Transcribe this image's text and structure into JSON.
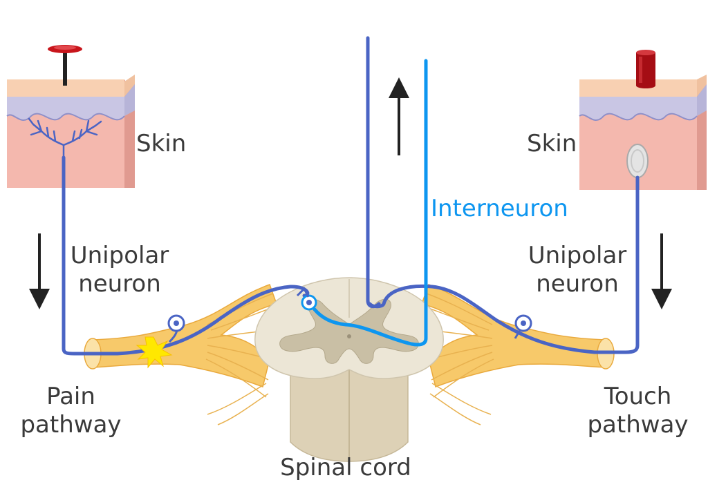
{
  "labels": {
    "skin_left": "Skin",
    "skin_right": "Skin",
    "unipolar_left_1": "Unipolar",
    "unipolar_left_2": "neuron",
    "unipolar_right_1": "Unipolar",
    "unipolar_right_2": "neuron",
    "interneuron": "Interneuron",
    "pain_1": "Pain",
    "pain_2": "pathway",
    "touch_1": "Touch",
    "touch_2": "pathway",
    "spinal_cord": "Spinal cord"
  },
  "colors": {
    "neuron": "#4a64c4",
    "interneuron": "#0d96f0",
    "label_text": "#3a3a3a",
    "interneuron_text": "#0d96f0",
    "nerve": "#f7c96a",
    "pain_spark": "#ffe800",
    "pin": "#c8151b",
    "skin": "#f4b8ae"
  },
  "icons": {
    "pain_stimulus": "pin-icon",
    "touch_stimulus": "cylinder-weight-icon",
    "up_arrow": "arrow-up-icon",
    "down_arrow_left": "arrow-down-icon",
    "down_arrow_right": "arrow-down-icon"
  }
}
